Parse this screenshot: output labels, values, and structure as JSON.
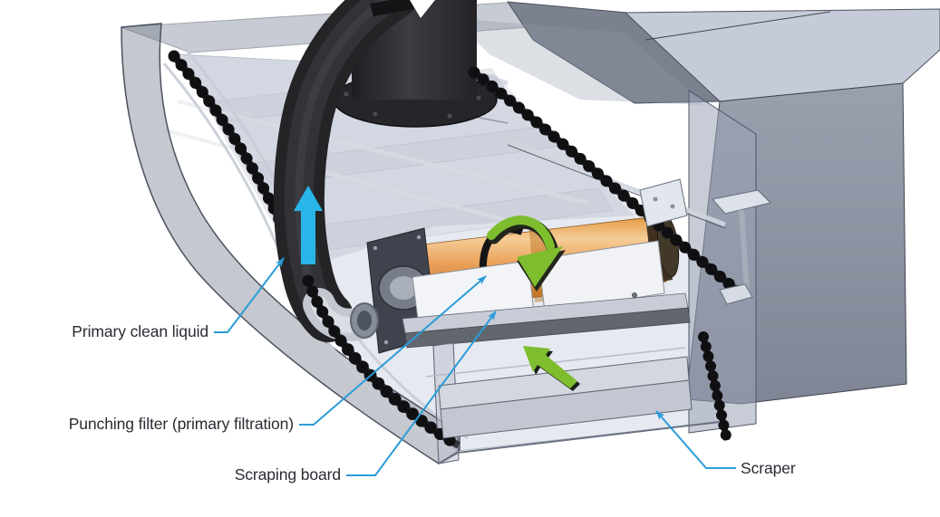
{
  "figure": {
    "type": "technical-illustration",
    "subject": "Chip conveyor cutaway showing punching filter primary filtration system",
    "background": "#ffffff",
    "colors": {
      "label_text": "#2b2a33",
      "leader_line": "#2b9cd8",
      "flow_arrow_cyan": "#29b5e8",
      "direction_arrow_green": "#7dbd2e",
      "filter_drum_orange": "#e89c52",
      "machine_gray": "#9298a6",
      "chain_black": "#101013"
    },
    "labels": {
      "primary_clean_liquid": {
        "text": "Primary clean liquid"
      },
      "punching_filter": {
        "text": "Punching filter (primary filtration)"
      },
      "scraping_board": {
        "text": "Scraping board"
      },
      "scraper": {
        "text": "Scraper"
      }
    },
    "arrows": [
      {
        "name": "flow-up-arrow",
        "color": "#29b5e8",
        "meaning": "primary clean liquid suction flow upward through hose"
      },
      {
        "name": "drum-rotation-arrow",
        "color": "#7dbd2e",
        "meaning": "punching filter drum rotation direction"
      },
      {
        "name": "conveyor-travel-arrow",
        "color": "#7dbd2e",
        "meaning": "conveyor travel direction toward incline"
      }
    ]
  }
}
